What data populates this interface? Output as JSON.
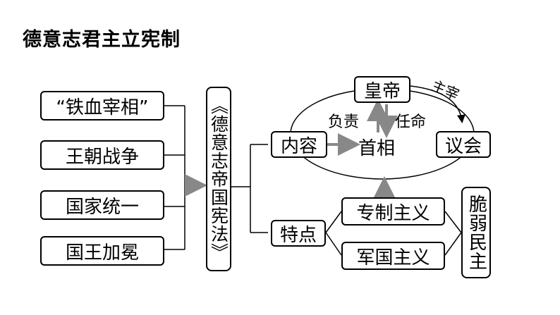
{
  "title": "德意志君主立宪制",
  "causes": [
    "“铁血宰相”",
    "王朝战争",
    "国家统一",
    "国王加冕"
  ],
  "constitution": "《德意志帝国宪法》",
  "content": {
    "label": "内容",
    "emperor": "皇帝",
    "chancellor": "首相",
    "parliament": "议会",
    "responsible": "负责",
    "appoint": "任命",
    "dominate": "主宰"
  },
  "features": {
    "label": "特点",
    "items": [
      "专制主义",
      "军国主义"
    ],
    "result": "脆弱民主"
  }
}
